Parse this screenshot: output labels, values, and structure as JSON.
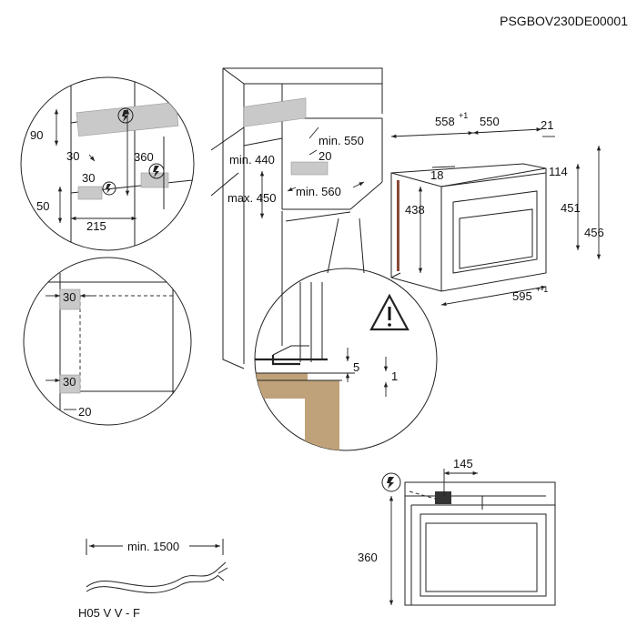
{
  "header": {
    "code": "PSGBOV230DE00001"
  },
  "cabinet_callouts": {
    "cutout_height": "min. 440",
    "cutout_height_max": "max. 450",
    "depth": "min. 550",
    "width": "min. 560",
    "gap": "20"
  },
  "power_detail": {
    "d90": "90",
    "d30a": "30",
    "d360": "360",
    "d30b": "30",
    "d50": "50",
    "d215": "215"
  },
  "corner_detail": {
    "d30_top": "30",
    "d30_bottom": "30",
    "d20": "20"
  },
  "warning_detail": {
    "d5": "5",
    "d1": "1"
  },
  "oven_dims": {
    "d558": "558",
    "d558_tol": "+1",
    "d550": "550",
    "d21": "21",
    "d18": "18",
    "d438": "438",
    "d114": "114",
    "d451": "451",
    "d456": "456",
    "d595": "595",
    "d595_tol": "+-1"
  },
  "side_view": {
    "d145": "145",
    "d360": "360"
  },
  "cable": {
    "length": "min. 1500",
    "type": "H05 V V - F"
  },
  "icons": [
    "power-supply-icon",
    "warning-icon"
  ]
}
